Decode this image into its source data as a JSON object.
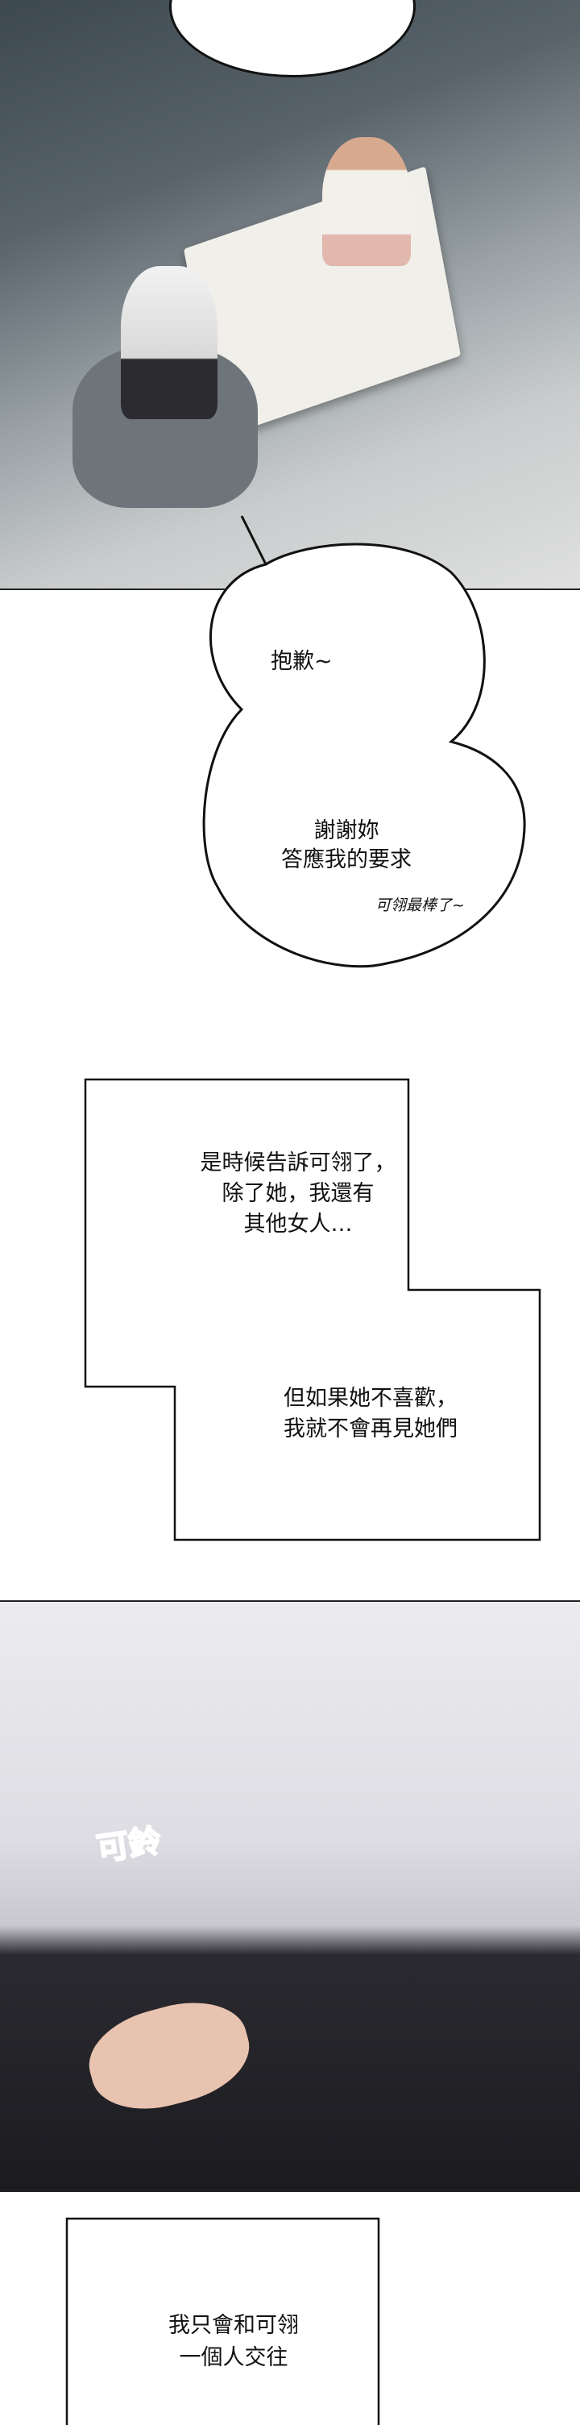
{
  "bubbles": {
    "apology": "抱歉~",
    "thanks_line1": "謝謝妳",
    "thanks_line2": "答應我的要求",
    "aside": "可翎最棒了~"
  },
  "narration": {
    "box1_line1": "是時候告訴可翎了，",
    "box1_line2": "除了她，我還有",
    "box1_line3": "其他女人…",
    "box2_line1": "但如果她不喜歡，",
    "box2_line2": "我就不會再見她們"
  },
  "sfx": "可鈴",
  "final_box": {
    "line1": "我只會和可翎",
    "line2": "一個人交往"
  }
}
